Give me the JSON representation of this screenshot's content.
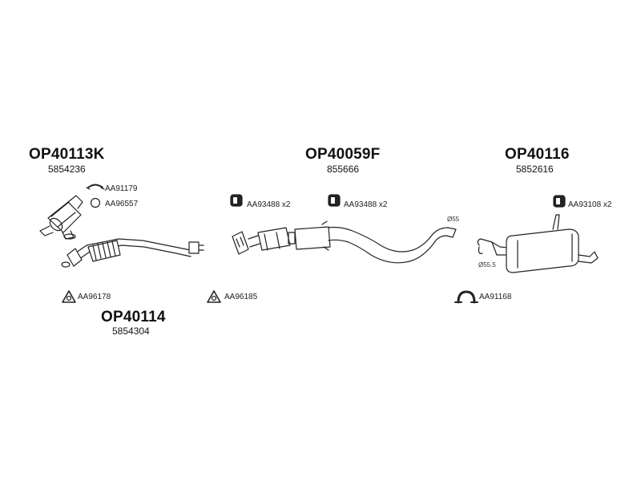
{
  "assemblies": [
    {
      "code": "OP40113K",
      "ref": "5854236"
    },
    {
      "code": "OP40059F",
      "ref": "855666"
    },
    {
      "code": "OP40116",
      "ref": "5852616"
    },
    {
      "code": "OP40114",
      "ref": "5854304"
    }
  ],
  "parts": {
    "p1": "AA91179",
    "p2": "AA96557",
    "p3": "AA93488 x2",
    "p4": "AA93488 x2",
    "p5": "AA93108 x2",
    "p6": "AA96178",
    "p7": "AA96185",
    "p8": "AA91168"
  },
  "dimensions": {
    "d1": "Ø55",
    "d2": "Ø55.5"
  }
}
